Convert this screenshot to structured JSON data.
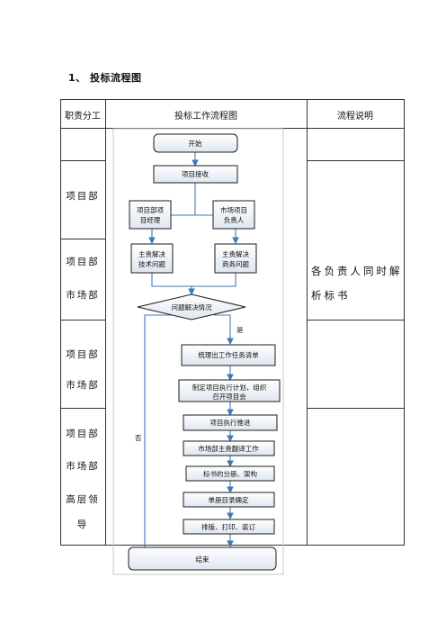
{
  "heading": "1、 投标流程图",
  "table": {
    "col_headers": [
      "职责分工",
      "投标工作流程图",
      "流程说明"
    ],
    "rows": [
      {
        "roles": []
      },
      {
        "roles": [
          "项目部"
        ]
      },
      {
        "roles": [
          "项目部",
          "市场部"
        ]
      },
      {
        "roles": [
          "项目部",
          "市场部"
        ]
      },
      {
        "roles": [
          "项目部",
          "市场部",
          "高层领",
          "导"
        ]
      }
    ],
    "note": [
      "各负责人同时解",
      "析标书"
    ]
  },
  "flow": {
    "start": "开始",
    "receive": "项目接收",
    "pm_lead": [
      "项目部项",
      "目经理"
    ],
    "mkt_lead": [
      "市场项目",
      "负责人"
    ],
    "tech": [
      "主责解决",
      "技术问题"
    ],
    "biz": [
      "主责解决",
      "商务问题"
    ],
    "decision": "问题解决情况",
    "yes": "是",
    "no": "否",
    "task_list": "梳理出工作任务清单",
    "plan": [
      "制定项目执行计划，组织",
      "召开项目会"
    ],
    "execute": "项目执行推进",
    "translate": "市场部主责翻译工作",
    "split": "标书的分册、架构",
    "catalog": "单册目录确定",
    "print": "排版、打印、装订",
    "end": "结束"
  }
}
